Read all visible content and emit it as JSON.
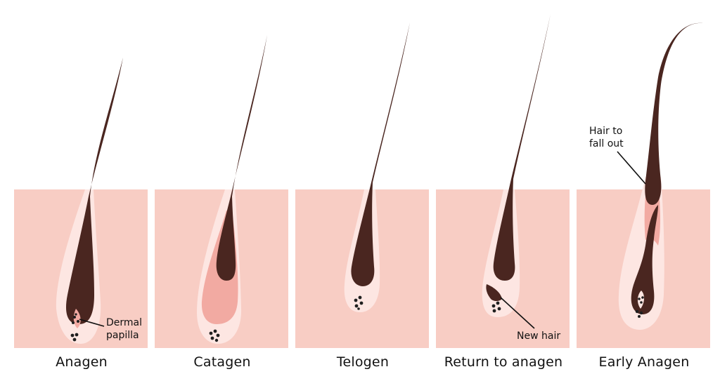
{
  "colors": {
    "skin": "#f8cdc4",
    "sheath_light": "#fde6e2",
    "sheath_mid": "#f2aaa2",
    "hair": "#4a2620",
    "papilla_dots": "#1f1f1f",
    "text": "#111111"
  },
  "stages": [
    {
      "label": "Anagen"
    },
    {
      "label": "Catagen"
    },
    {
      "label": "Telogen"
    },
    {
      "label": "Return to anagen"
    },
    {
      "label": "Early Anagen"
    }
  ],
  "callouts": {
    "dermal_papilla": {
      "line1": "Dermal",
      "line2": "papilla"
    },
    "new_hair": {
      "text": "New hair"
    },
    "hair_to_fall_out": {
      "line1": "Hair to",
      "line2": "fall out"
    }
  }
}
